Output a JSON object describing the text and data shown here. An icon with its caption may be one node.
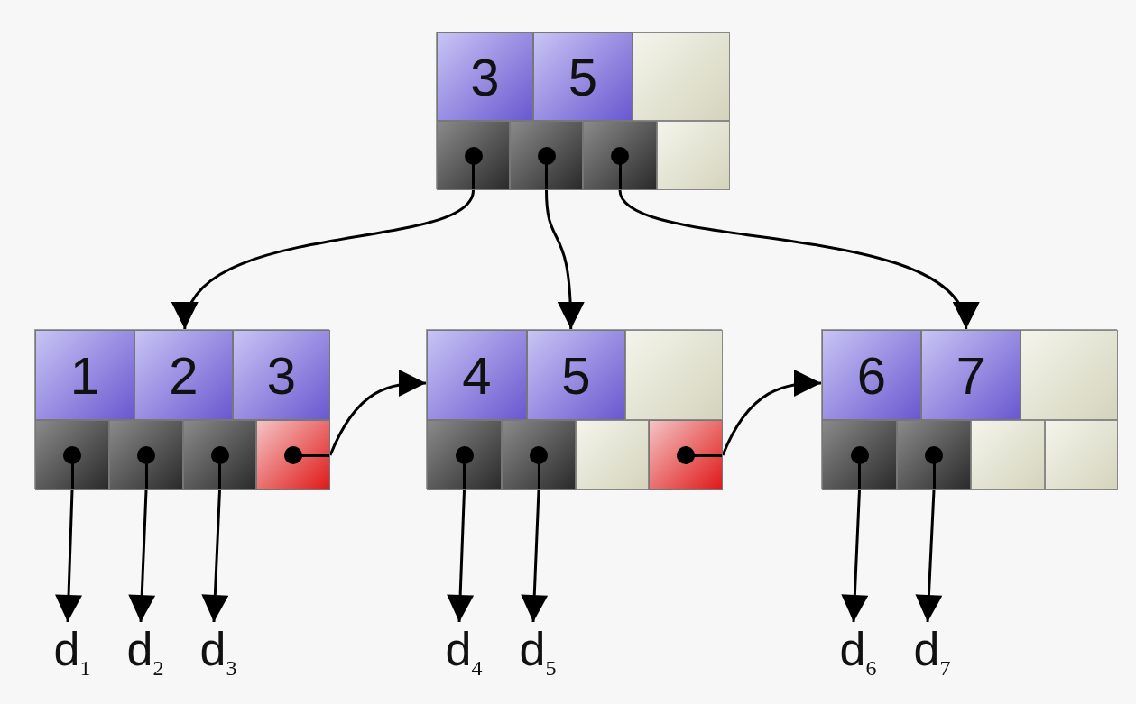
{
  "diagram": {
    "nodes": [
      {
        "text": [],
        "shape": "box"
      },
      {
        "text": [
          "3"
        ],
        "in": 0
      },
      {
        "text": [
          "5"
        ],
        "in": 0
      },
      {
        "text": [],
        "shape": "box",
        "in": 0
      },
      {
        "text": [],
        "shape": "box",
        "in": 0
      },
      {
        "text": [],
        "shape": "box",
        "in": 0
      },
      {
        "text": [],
        "shape": "box",
        "in": 0
      },
      {
        "text": [],
        "shape": "box",
        "in": 0
      },
      {
        "text": [],
        "shape": "box"
      },
      {
        "text": [
          "1"
        ],
        "in": 8
      },
      {
        "text": [
          "2"
        ],
        "in": 8
      },
      {
        "text": [
          "3"
        ],
        "in": 8
      },
      {
        "text": [],
        "shape": "box",
        "in": 8
      },
      {
        "text": [],
        "shape": "box",
        "in": 8
      },
      {
        "text": [],
        "shape": "box",
        "in": 8
      },
      {
        "text": [],
        "shape": "box",
        "in": 8
      },
      {
        "text": [],
        "shape": "box"
      },
      {
        "text": [
          "4"
        ],
        "in": 16
      },
      {
        "text": [
          "5"
        ],
        "in": 16
      },
      {
        "text": [],
        "shape": "box",
        "in": 16
      },
      {
        "text": [],
        "shape": "box",
        "in": 16
      },
      {
        "text": [],
        "shape": "box",
        "in": 16
      },
      {
        "text": [],
        "shape": "box",
        "in": 16
      },
      {
        "text": [],
        "shape": "box",
        "in": 16
      },
      {
        "text": [],
        "shape": "box"
      },
      {
        "text": [
          "6"
        ],
        "in": 24
      },
      {
        "text": [
          "7"
        ],
        "in": 24
      },
      {
        "text": [],
        "shape": "box",
        "in": 24
      },
      {
        "text": [],
        "shape": "box",
        "in": 24
      },
      {
        "text": [],
        "shape": "box",
        "in": 24
      },
      {
        "text": [],
        "shape": "box",
        "in": 24
      },
      {
        "text": [],
        "shape": "box",
        "in": 24
      },
      {
        "text": [
          "d$_{1}$"
        ]
      },
      {
        "text": [
          "d$_{2}$"
        ]
      },
      {
        "text": [
          "d$_{3}$"
        ]
      },
      {
        "text": [
          "d$_{4}$"
        ]
      },
      {
        "text": [
          "d$_{5}$"
        ]
      },
      {
        "text": [
          "d$_{6}$"
        ]
      },
      {
        "text": [
          "d$_{7}$"
        ]
      }
    ],
    "edges": [
      {
        "from": 4,
        "to": 8,
        "arrow": "to"
      },
      {
        "from": 5,
        "to": 16,
        "arrow": "to"
      },
      {
        "from": 6,
        "to": 24,
        "arrow": "to"
      },
      {
        "from": 15,
        "to": 16,
        "arrow": "to"
      },
      {
        "from": 23,
        "to": 24,
        "arrow": "to"
      },
      {
        "from": 12,
        "to": 32,
        "arrow": "to"
      },
      {
        "from": 13,
        "to": 33,
        "arrow": "to"
      },
      {
        "from": 14,
        "to": 34,
        "arrow": "to"
      },
      {
        "from": 20,
        "to": 35,
        "arrow": "to"
      },
      {
        "from": 21,
        "to": 36,
        "arrow": "to"
      },
      {
        "from": 28,
        "to": 37,
        "arrow": "to"
      },
      {
        "from": 29,
        "to": 38,
        "arrow": "to"
      }
    ]
  }
}
